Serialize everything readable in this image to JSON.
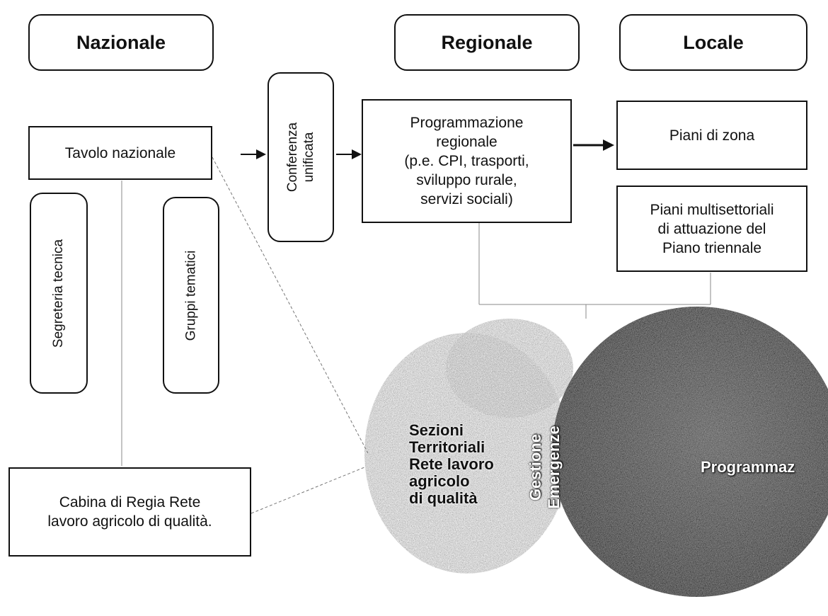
{
  "headers": {
    "nazionale": "Nazionale",
    "regionale": "Regionale",
    "locale": "Locale"
  },
  "nodes": {
    "tavolo": "Tavolo nazionale",
    "segreteria": "Segreteria tecnica",
    "gruppi": "Gruppi tematici",
    "conferenza": [
      "Conferenza",
      "unificata"
    ],
    "programmazione": [
      "Programmazione",
      "regionale",
      "(p.e. CPI, trasporti,",
      "sviluppo rurale,",
      "servizi sociali)"
    ],
    "piani_zona": "Piani di zona",
    "piani_multi": [
      "Piani multisettoriali",
      "di attuazione del",
      "Piano triennale"
    ],
    "cabina": [
      "Cabina di Regia Rete",
      "lavoro agricolo di qualità."
    ]
  },
  "overlay": {
    "sezioni": [
      "Sezioni",
      "Territoriali",
      "Rete lavoro",
      "agricolo",
      "di qualità"
    ],
    "gestione": [
      "Gestione",
      "Emergenze"
    ],
    "prog_partial": "Programmaz"
  },
  "colors": {
    "line": "#111111",
    "circle_dark": "#2a2a2a",
    "cloud_gray": "#9a9a9a"
  }
}
